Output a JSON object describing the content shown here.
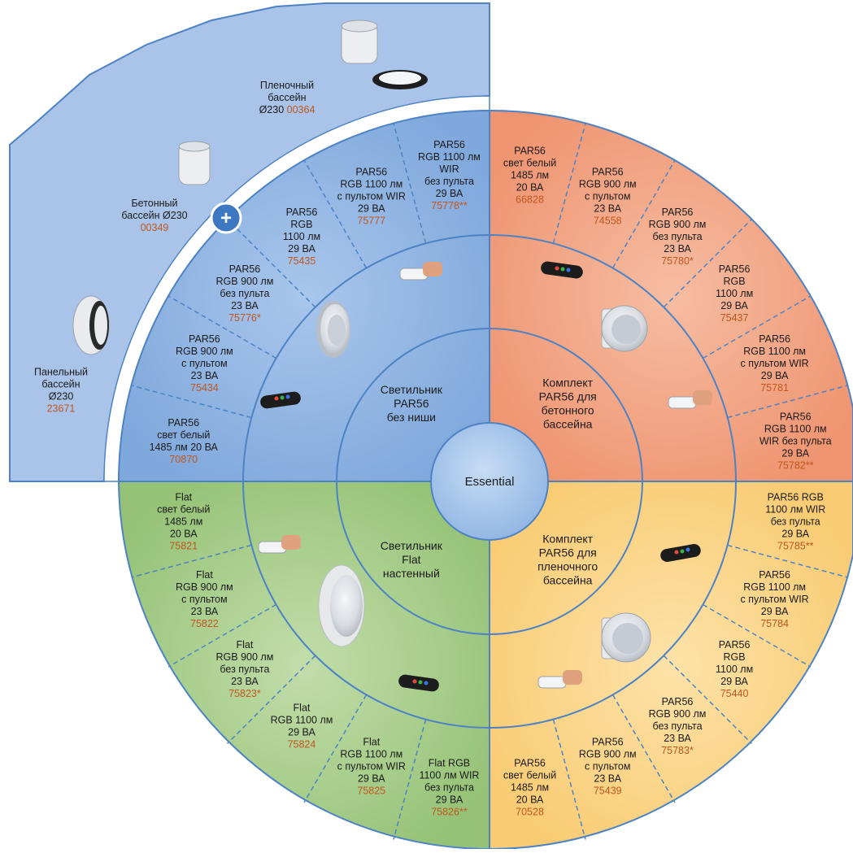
{
  "center": {
    "label": "Essential"
  },
  "colors": {
    "blue": "#8fb4e3",
    "blue_dark": "#6f9fd6",
    "salmon": "#f2a27f",
    "yellow": "#fbd58a",
    "green": "#a8cc8c",
    "ring_line": "#4d83c4",
    "code": "#c0561e",
    "plus_badge": "#3f78c2"
  },
  "quadrants": [
    {
      "id": "blue",
      "title": [
        "Светильник",
        "PAR56",
        "без ниши"
      ]
    },
    {
      "id": "salmon",
      "title": [
        "Комплект",
        "PAR56 для",
        "бетонного",
        "бассейна"
      ]
    },
    {
      "id": "yellow",
      "title": [
        "Комплект",
        "PAR56 для",
        "пленочного",
        "бассейна"
      ]
    },
    {
      "id": "green",
      "title": [
        "Светильник",
        "Flat",
        "настенный"
      ]
    }
  ],
  "items": {
    "blue": [
      {
        "lines": [
          "PAR56",
          "свет белый",
          "1485 лм 20 ВА"
        ],
        "code": "70870"
      },
      {
        "lines": [
          "PAR56",
          "RGB 900 лм",
          "с пультом",
          "23 ВА"
        ],
        "code": "75434"
      },
      {
        "lines": [
          "PAR56",
          "RGB 900 лм",
          "без пульта",
          "23 ВА"
        ],
        "code": "75776*"
      },
      {
        "lines": [
          "PAR56",
          "RGB",
          "1100 лм",
          "29 ВА"
        ],
        "code": "75435"
      },
      {
        "lines": [
          "PAR56",
          "RGB 1100 лм",
          "с пультом WIR",
          "29 ВА"
        ],
        "code": "75777"
      },
      {
        "lines": [
          "PAR56",
          "RGB 1100 лм",
          "WIR",
          "без пульта",
          "29 ВА"
        ],
        "code": "75778**"
      }
    ],
    "salmon": [
      {
        "lines": [
          "PAR56",
          "свет белый",
          "1485 лм",
          "20 ВА"
        ],
        "code": "66828"
      },
      {
        "lines": [
          "PAR56",
          "RGB 900 лм",
          "с пультом",
          "23 ВА"
        ],
        "code": "74558"
      },
      {
        "lines": [
          "PAR56",
          "RGB 900 лм",
          "без пульта",
          "23 ВА"
        ],
        "code": "75780*"
      },
      {
        "lines": [
          "PAR56",
          "RGB",
          "1100 лм",
          "29 ВА"
        ],
        "code": "75437"
      },
      {
        "lines": [
          "PAR56",
          "RGB 1100 лм",
          "с пультом WIR",
          "29 ВА"
        ],
        "code": "75781"
      },
      {
        "lines": [
          "PAR56",
          "RGB 1100 лм",
          "WIR без пульта",
          "29 ВА"
        ],
        "code": "75782**"
      }
    ],
    "yellow": [
      {
        "lines": [
          "PAR56",
          "свет белый",
          "1485 лм",
          "20 ВА"
        ],
        "code": "70528"
      },
      {
        "lines": [
          "PAR56",
          "RGB 900 лм",
          "с пультом",
          "23 ВА"
        ],
        "code": "75439"
      },
      {
        "lines": [
          "PAR56",
          "RGB 900 лм",
          "без пульта",
          "23 ВА"
        ],
        "code": "75783*"
      },
      {
        "lines": [
          "PAR56",
          "RGB",
          "1100 лм",
          "29 ВА"
        ],
        "code": "75440"
      },
      {
        "lines": [
          "PAR56",
          "RGB 1100 лм",
          "с пультом WIR",
          "29 ВА"
        ],
        "code": "75784"
      },
      {
        "lines": [
          "PAR56 RGB",
          "1100 лм WIR",
          "без пульта",
          "29 ВА"
        ],
        "code": "75785**"
      }
    ],
    "green": [
      {
        "lines": [
          "Flat",
          "свет белый",
          "1485 лм",
          "20 ВА"
        ],
        "code": "75821"
      },
      {
        "lines": [
          "Flat",
          "RGB 900 лм",
          "с пультом",
          "23 ВА"
        ],
        "code": "75822"
      },
      {
        "lines": [
          "Flat",
          "RGB 900 лм",
          "без пульта",
          "23 ВА"
        ],
        "code": "75823*"
      },
      {
        "lines": [
          "Flat",
          "RGB 1100 лм",
          "29 ВА"
        ],
        "code": "75824"
      },
      {
        "lines": [
          "Flat",
          "RGB 1100 лм",
          "с пультом WIR",
          "29 ВА"
        ],
        "code": "75825"
      },
      {
        "lines": [
          "Flat RGB",
          "1100 лм WIR",
          "без пульта",
          "29 ВА"
        ],
        "code": "75826**"
      }
    ]
  },
  "niches": [
    {
      "lines": [
        "Панельный",
        "бассейн",
        "Ø230"
      ],
      "code": "23671"
    },
    {
      "lines": [
        "Бетонный",
        "бассейн Ø230"
      ],
      "code": "00349"
    },
    {
      "lines": [
        "Пленочный",
        "бассейн"
      ],
      "line_prefix": "Ø230 ",
      "code": "00364"
    }
  ],
  "plus_badge": {
    "label": "+"
  }
}
